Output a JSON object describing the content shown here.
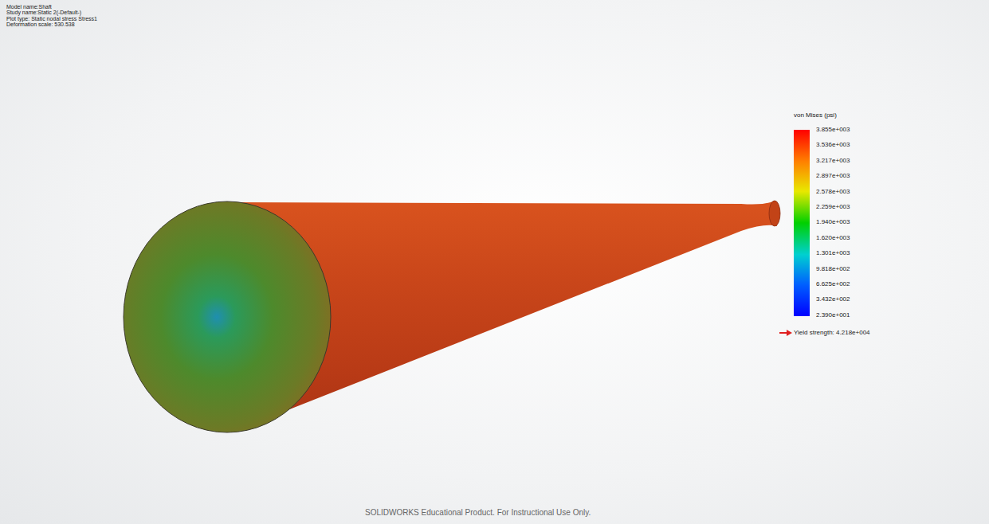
{
  "diagram": {
    "labels": [
      "Model name:Shaft",
      "Study name:Static 2(-Default-)",
      "Plot type: Static nodal stress Stress1",
      "Deformation scale: 530.538",
      "von Mises (psi)",
      "3.855e+003",
      "3.536e+003",
      "3.217e+003",
      "2.897e+003",
      "2.578e+003",
      "2.259e+003",
      "1.940e+003",
      "1.620e+003",
      "1.301e+003",
      "9.818e+002",
      "6.625e+002",
      "3.432e+002",
      "2.390e+001",
      "Yield strength: 4.218e+004",
      "SOLIDWORKS Educational Product. For Instructional Use Only."
    ]
  }
}
